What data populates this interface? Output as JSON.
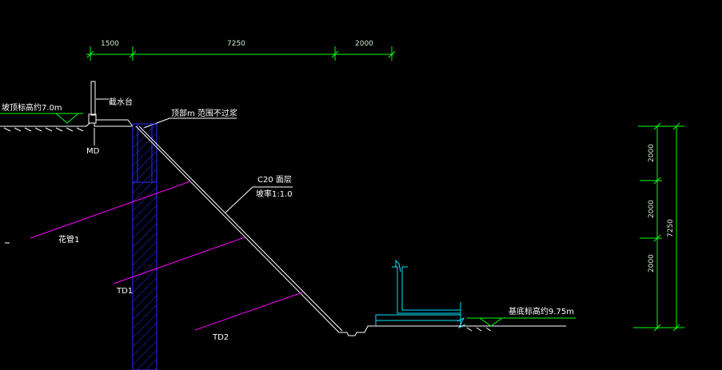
{
  "dimensions_top": {
    "left_width": "1500",
    "middle_width": "7250",
    "right_width": "2000"
  },
  "dimensions_right": {
    "seg_top": "2000",
    "seg_mid": "2000",
    "seg_bottom": "2000",
    "total": "7250"
  },
  "labels": {
    "slope_top_elevation": "坡顶标高约7.0m",
    "water_platform": "截水台",
    "top_width_note": "顶部m  范围不过浆",
    "mark_md": "MD",
    "surface_layer": "C20  面层",
    "slope_ratio": "坡率1:1.0",
    "anchor_1": "花管1",
    "td1": "TD1",
    "td2": "TD2",
    "base_elevation": "基底标高约9.75m"
  },
  "colors": {
    "background": "#000000",
    "dimension": "#00ff00",
    "outline": "#ffffff",
    "pile": "#2b2bff",
    "anchor": "#ff00ff",
    "foundation": "#00e5ff"
  }
}
